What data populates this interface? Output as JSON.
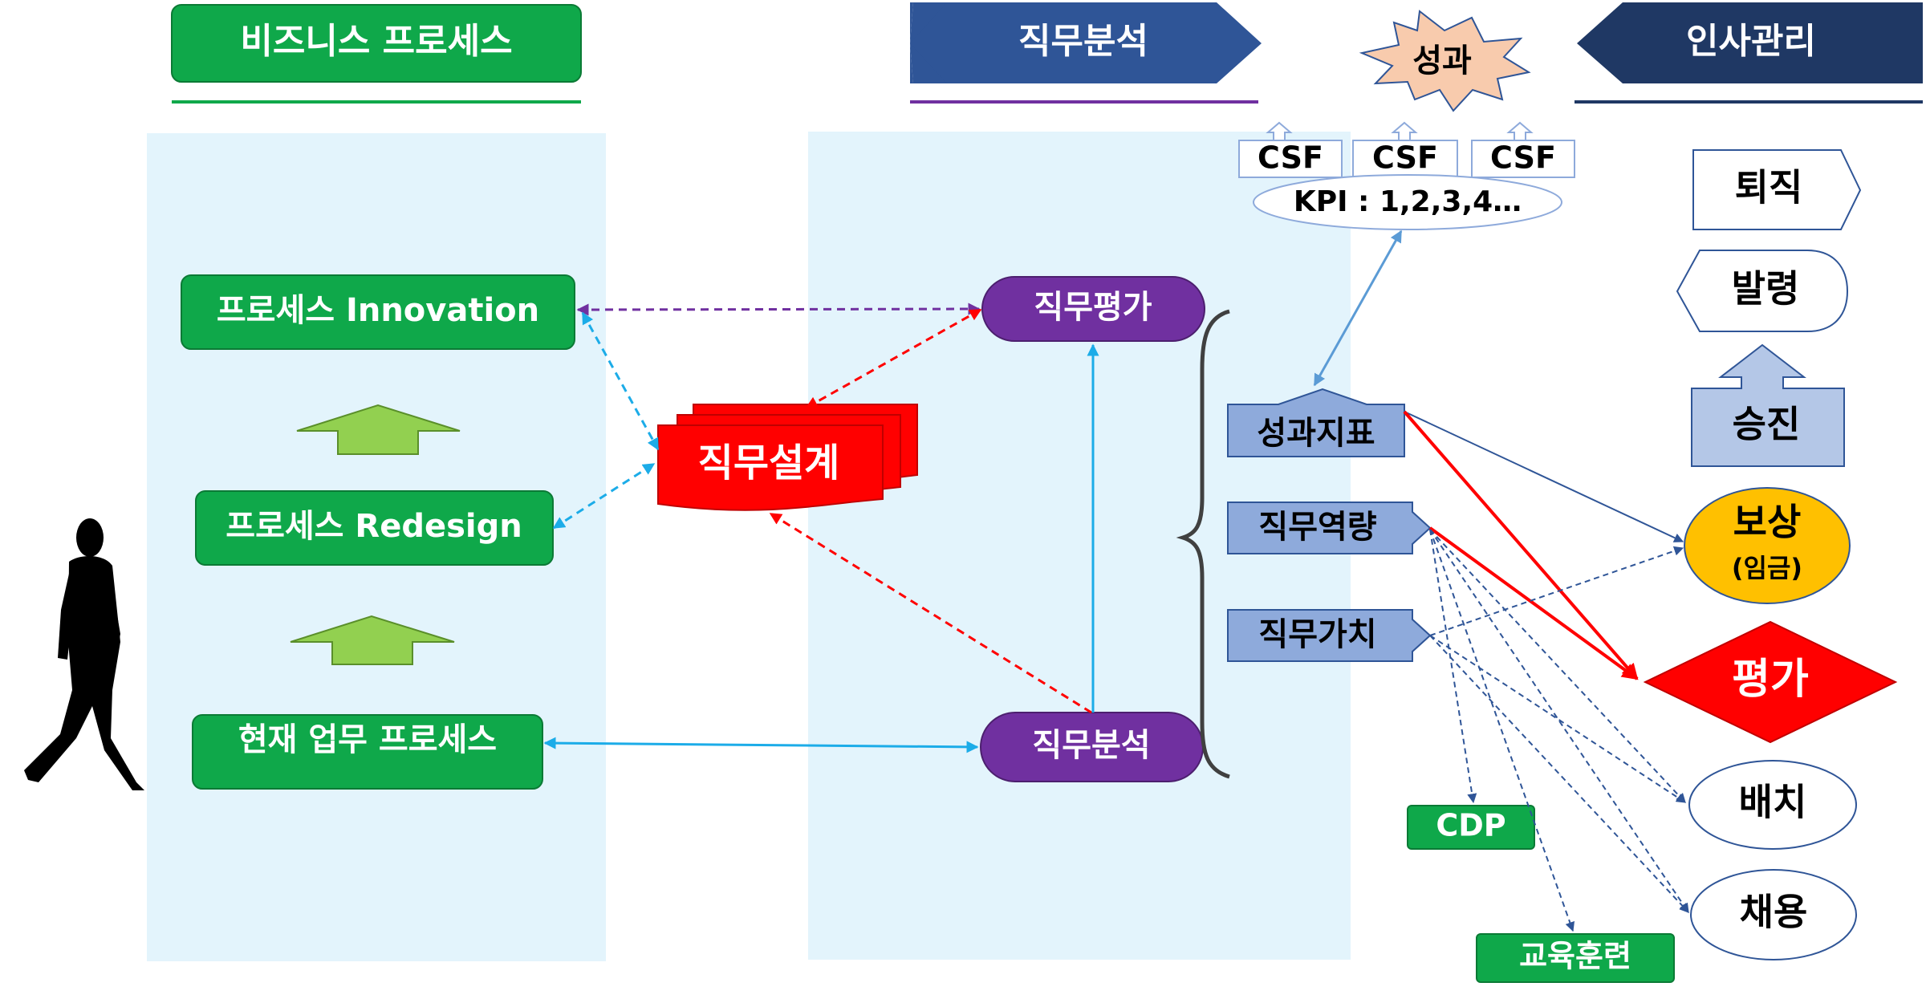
{
  "headers": {
    "business_process": "비즈니스 프로세스",
    "job_analysis": "직무분석",
    "performance": "성과",
    "hr_management": "인사관리"
  },
  "process": {
    "innovation": "프로세스 Innovation",
    "redesign": "프로세스 Redesign",
    "current": "현재 업무 프로세스"
  },
  "job": {
    "evaluation": "직무평가",
    "design": "직무설계",
    "analysis": "직무분석"
  },
  "indicators": {
    "csf": [
      "CSF",
      "CSF",
      "CSF"
    ],
    "kpi": "KPI : 1,2,3,4…"
  },
  "factors": {
    "performance_index": "성과지표",
    "competency": "직무역량",
    "value": "직무가치"
  },
  "hr": {
    "resignation": "퇴직",
    "appointment": "발령",
    "promotion": "승진",
    "compensation": "보상",
    "compensation_sub": "(임금)",
    "evaluation": "평가",
    "placement": "배치",
    "recruitment": "채용",
    "cdp": "CDP",
    "training": "교육훈련"
  },
  "colors": {
    "green": "#0fa84a",
    "purple": "#7030a0",
    "red": "#ff0000",
    "navy": "#1f3864",
    "blue_header": "#2f5597",
    "steel": "#8eaadb",
    "light_panel": "#e3f4fc",
    "gold": "#ffc000",
    "peach": "#f8cbad",
    "arrow_green": "#92d050"
  }
}
